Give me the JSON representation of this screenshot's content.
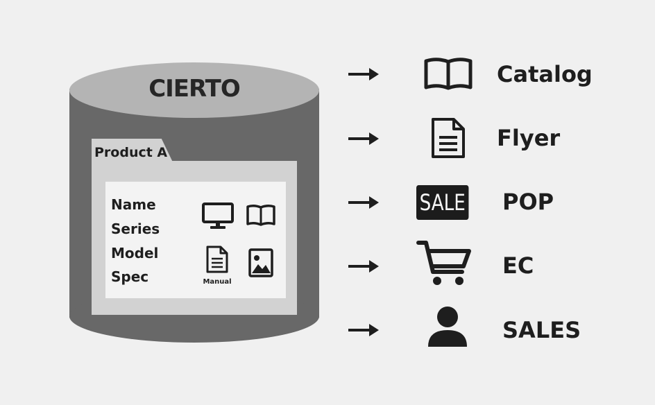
{
  "database": {
    "title": "CIERTO",
    "folder": {
      "tab_label": "Product A",
      "fields": [
        "Name",
        "Series",
        "Model",
        "Spec"
      ],
      "manual_label": "Manual",
      "icons": [
        "monitor-icon",
        "book-icon",
        "document-icon",
        "image-icon"
      ]
    }
  },
  "outputs": [
    {
      "label": "Catalog",
      "icon": "book-icon"
    },
    {
      "label": "Flyer",
      "icon": "document-icon"
    },
    {
      "label": "POP",
      "icon": "sale-badge",
      "badge_text": "SALE"
    },
    {
      "label": "EC",
      "icon": "shopping-cart-icon"
    },
    {
      "label": "SALES",
      "icon": "person-icon"
    }
  ],
  "colors": {
    "background": "#f0f0f0",
    "cylinder_body": "#686868",
    "cylinder_top": "#b4b4b4",
    "folder": "#d2d2d2",
    "ink": "#1e1e1e"
  }
}
